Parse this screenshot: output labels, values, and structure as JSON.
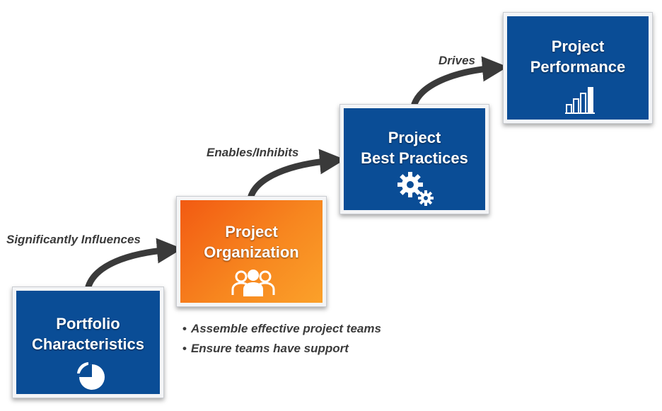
{
  "boxes": {
    "portfolio": {
      "line1": "Portfolio",
      "line2": "Characteristics",
      "icon": "pie-chart-icon",
      "color": "#0a4d96"
    },
    "organization": {
      "line1": "Project",
      "line2": "Organization",
      "icon": "people-icon",
      "color": "#f7861f"
    },
    "best_practices": {
      "line1": "Project",
      "line2": "Best Practices",
      "icon": "gears-icon",
      "color": "#0a4d96"
    },
    "performance": {
      "line1": "Project",
      "line2": "Performance",
      "icon": "bar-chart-icon",
      "color": "#0a4d96"
    }
  },
  "connectors": {
    "influences": "Significantly Influences",
    "enables": "Enables/Inhibits",
    "drives": "Drives"
  },
  "bullets": [
    "Assemble effective project teams",
    "Ensure teams have support"
  ]
}
